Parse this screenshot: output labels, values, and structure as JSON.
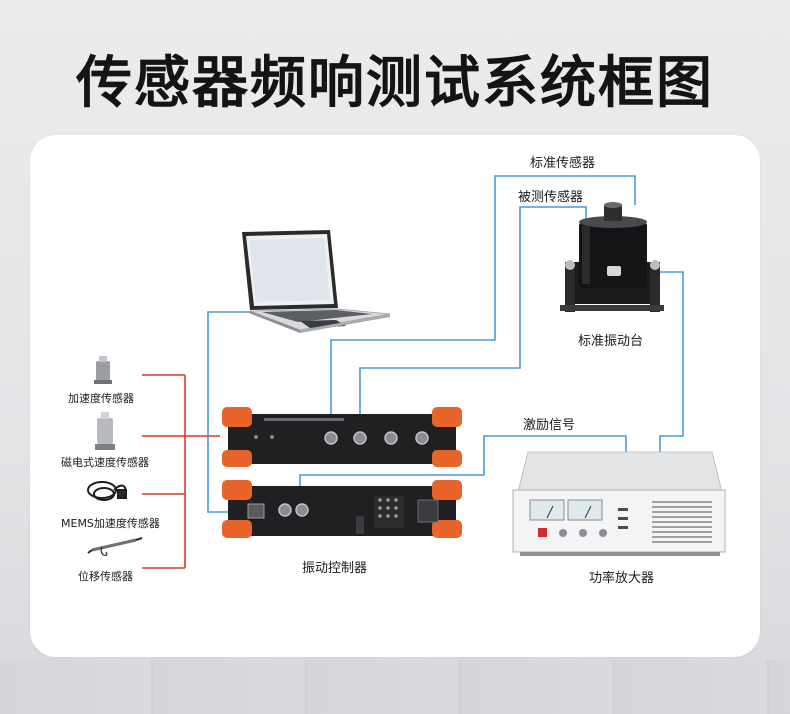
{
  "title": "传感器频响测试系统框图",
  "labels": {
    "standard_sensor": "标准传感器",
    "tested_sensor": "被测传感器",
    "standard_shaker": "标准振动台",
    "excitation_signal": "激励信号",
    "vibration_controller": "振动控制器",
    "power_amplifier": "功率放大器",
    "accelerometer": "加速度传感器",
    "magnetoelectric_velocity": "磁电式速度传感器",
    "mems_accelerometer": "MEMS加速度传感器",
    "displacement_sensor": "位移传感器"
  },
  "colors": {
    "signal_line": "#4a9cd4",
    "sensor_line": "#d93a2b",
    "controller_accent": "#e8642a",
    "device_dark": "#1e1e20",
    "title": "#141414"
  }
}
